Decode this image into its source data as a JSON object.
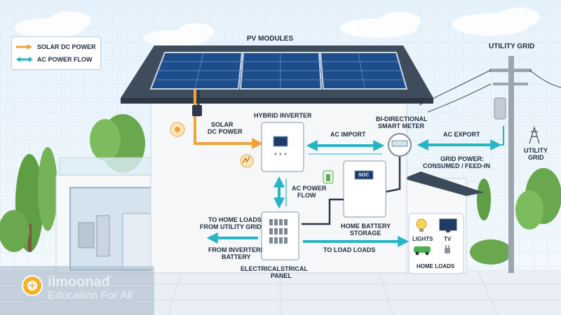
{
  "legend": {
    "solar_dc": "SOLAR DC POWER",
    "ac_flow": "AC POWER FLOW",
    "colors": {
      "solar_dc": "#f2a23a",
      "ac_flow": "#27b5c6"
    }
  },
  "labels": {
    "pv_modules": "PV MODULES",
    "utility_grid_title": "UTILITY GRID",
    "hybrid_inverter": "HYBRID INVERTER",
    "solar_dc_power": [
      "SOLAR",
      "DC POWER"
    ],
    "ac_import": "AC IMPORT",
    "smart_meter": [
      "BI-DIRECTIONAL",
      "SMART METER"
    ],
    "ac_export": "AC EXPORT",
    "grid_power": [
      "GRID POWER:",
      "CONSUMED / FEED-IN"
    ],
    "utility_grid_icon": [
      "UTILITY",
      "GRID"
    ],
    "ac_power_flow": [
      "AC POWER",
      "FLOW"
    ],
    "soc": "SOC",
    "home_battery": [
      "HOME BATTERY",
      "STORAGE"
    ],
    "to_home_loads": [
      "TO HOME LOADS",
      "FROM UTILITY GRID"
    ],
    "from_inverter": [
      "FROM INVERTER/",
      "BATTERY"
    ],
    "to_load_loads": "TO LOAD LOADS",
    "electrical_panel": [
      "ELECTRICALSTRICAL",
      "PANEL"
    ],
    "lights": "LIGHTS",
    "tv": "TV",
    "home_loads": "HOME LOADS"
  },
  "brand": {
    "name": "ilmoonad",
    "tagline": "Education For All"
  }
}
